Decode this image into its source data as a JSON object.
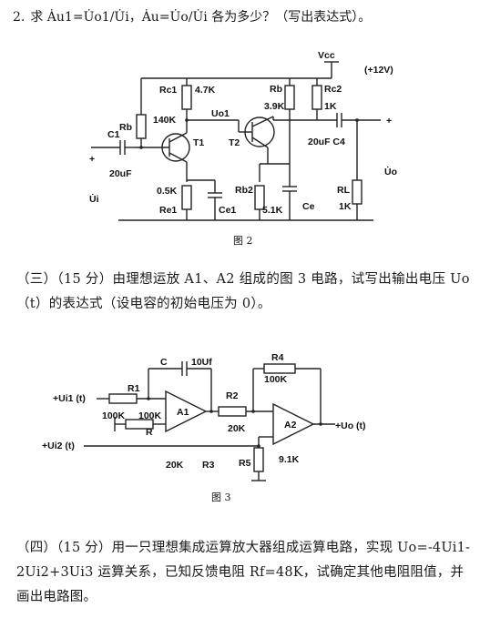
{
  "q2": {
    "number": "2.",
    "text": "求 Ȧu1=U̇o1/U̇i，Ȧu=U̇o/U̇i 各为多少？（写出表达式）。"
  },
  "fig2": {
    "caption": "图 2",
    "labels": {
      "vcc": "Vcc",
      "vcc_value": "(+12V)",
      "rc1": "Rc1",
      "rc1_val": "4.7K",
      "rb": "Rb",
      "rb_val": "140K",
      "uo1": "Uo1",
      "t1": "T1",
      "t2": "T2",
      "c1": "C1",
      "c1_val": "20uF",
      "plus_in": "+",
      "ui": "U̇i",
      "re1_val": "0.5K",
      "re1": "Re1",
      "ce1": "Ce1",
      "rb1": "Rb",
      "rb1_val": "3.9K",
      "rc2": "Rc2",
      "rc2_val": "1K",
      "c4": "20uF C4",
      "plus_out": "+",
      "uo": "U̇o",
      "rl": "RL",
      "rl_val": "1K",
      "rb2": "Rb2",
      "rb2_val": "5.1K",
      "ce": "Ce"
    }
  },
  "q3": {
    "text": "（三）（15 分）由理想运放 A1、A2 组成的图 3 电路，试写出输出电压 Uo（t）的表达式（设电容的初始电压为 0）。"
  },
  "fig3": {
    "caption": "图 3",
    "labels": {
      "c": "C",
      "c_val": "10Uf",
      "r4": "R4",
      "r4_val": "100K",
      "ui1": "+Ui1 (t)",
      "r1": "R1",
      "r1_val": "100K",
      "a1": "A1",
      "r_val": "100K",
      "r": "R",
      "r2": "R2",
      "r2_val": "20K",
      "a2": "A2",
      "uo": "+Uo (t)",
      "ui2": "+Ui2 (t)",
      "r3_val": "20K",
      "r3": "R3",
      "r5": "R5",
      "r5_val": "9.1K"
    }
  },
  "q4": {
    "text": "（四）（15 分）用一只理想集成运算放大器组成运算电路，实现 Uo=-4Ui1-2Ui2+3Ui3 运算关系，已知反馈电阻 Rf=48K，试确定其他电阻阻值，并画出电路图。"
  }
}
